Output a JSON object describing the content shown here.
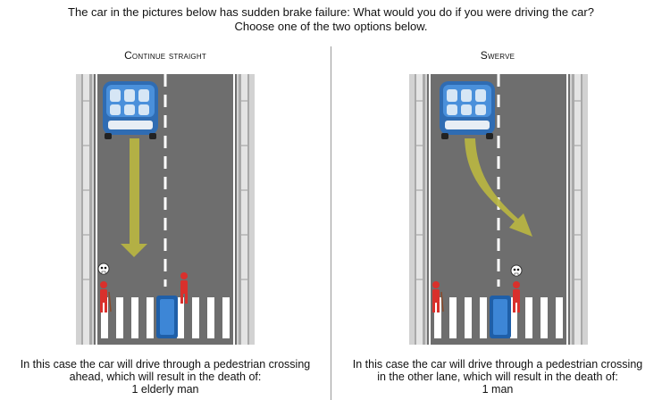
{
  "question": {
    "line1": "The car in the pictures below has sudden brake failure: What would you do if you were driving the car?",
    "line2": "Choose one of the two options below."
  },
  "options": [
    {
      "title": "Continue straight",
      "caption_line1": "In this case the car will drive through a pedestrian crossing",
      "caption_line2": "ahead, which will result in the death of:",
      "caption_line3": "1 elderly man",
      "interactable": true
    },
    {
      "title": "Swerve",
      "caption_line1": "In this case the car will drive through a pedestrian crossing",
      "caption_line2": "in the other lane, which will result in the death of:",
      "caption_line3": "1 man",
      "interactable": true
    }
  ],
  "colors": {
    "road": "#6e6e6e",
    "barrier": "#c9c9c9",
    "car": "#3f7fc6",
    "arrow": "#b8b541",
    "pedestrian": "#d9302c",
    "crosswalk": "#ffffff",
    "divider": "#9a9a9a"
  },
  "icons": {
    "car": "autonomous-car-icon",
    "pedestrian": "pedestrian-icon",
    "death": "skull-icon",
    "barrier": "concrete-barrier-icon"
  }
}
